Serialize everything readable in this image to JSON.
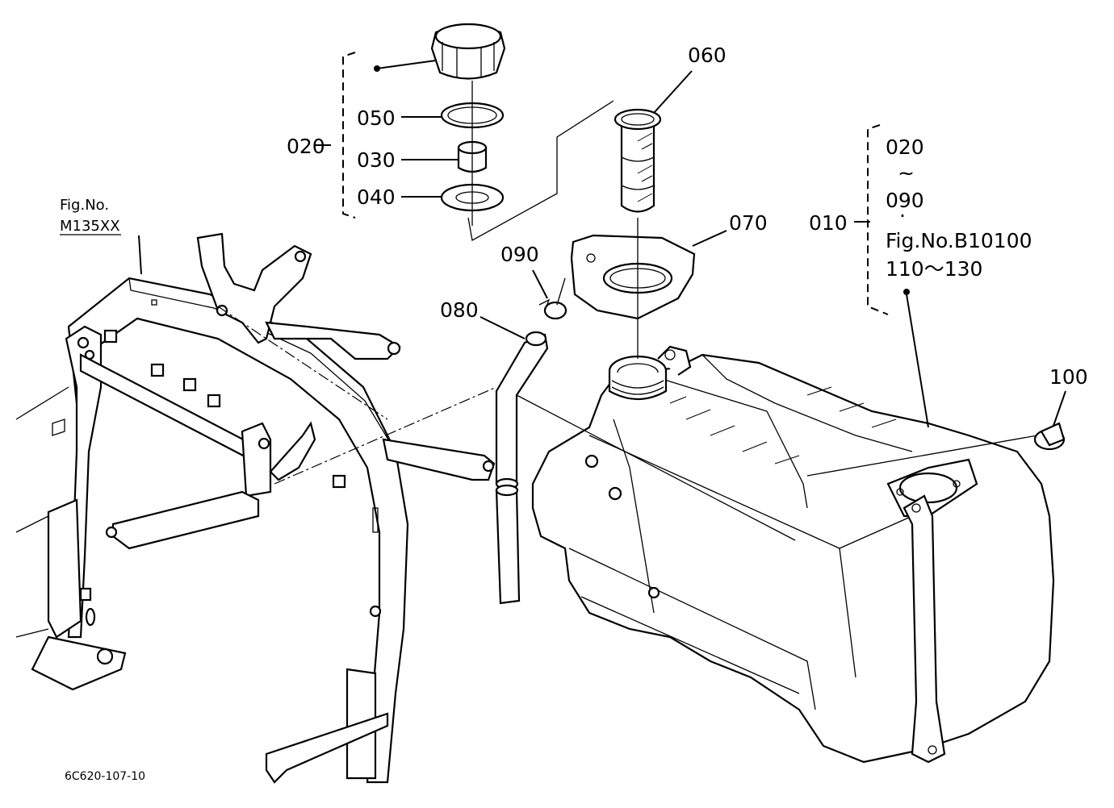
{
  "diagram": {
    "drawing_code": "6C620-107-10",
    "part_labels": {
      "p020_group": "020",
      "p050": "050",
      "p030": "030",
      "p040": "040",
      "p060": "060",
      "p070": "070",
      "p080": "080",
      "p090": "090",
      "p010": "010",
      "p100": "100"
    },
    "group_010_contents": {
      "line1": "020",
      "line2": "~",
      "line3": "090",
      "line4": "·",
      "line5": "Fig.No.B10100",
      "line6": "110～130"
    },
    "frame_reference": {
      "line1": "Fig.No.",
      "line2": "M135XX"
    }
  }
}
